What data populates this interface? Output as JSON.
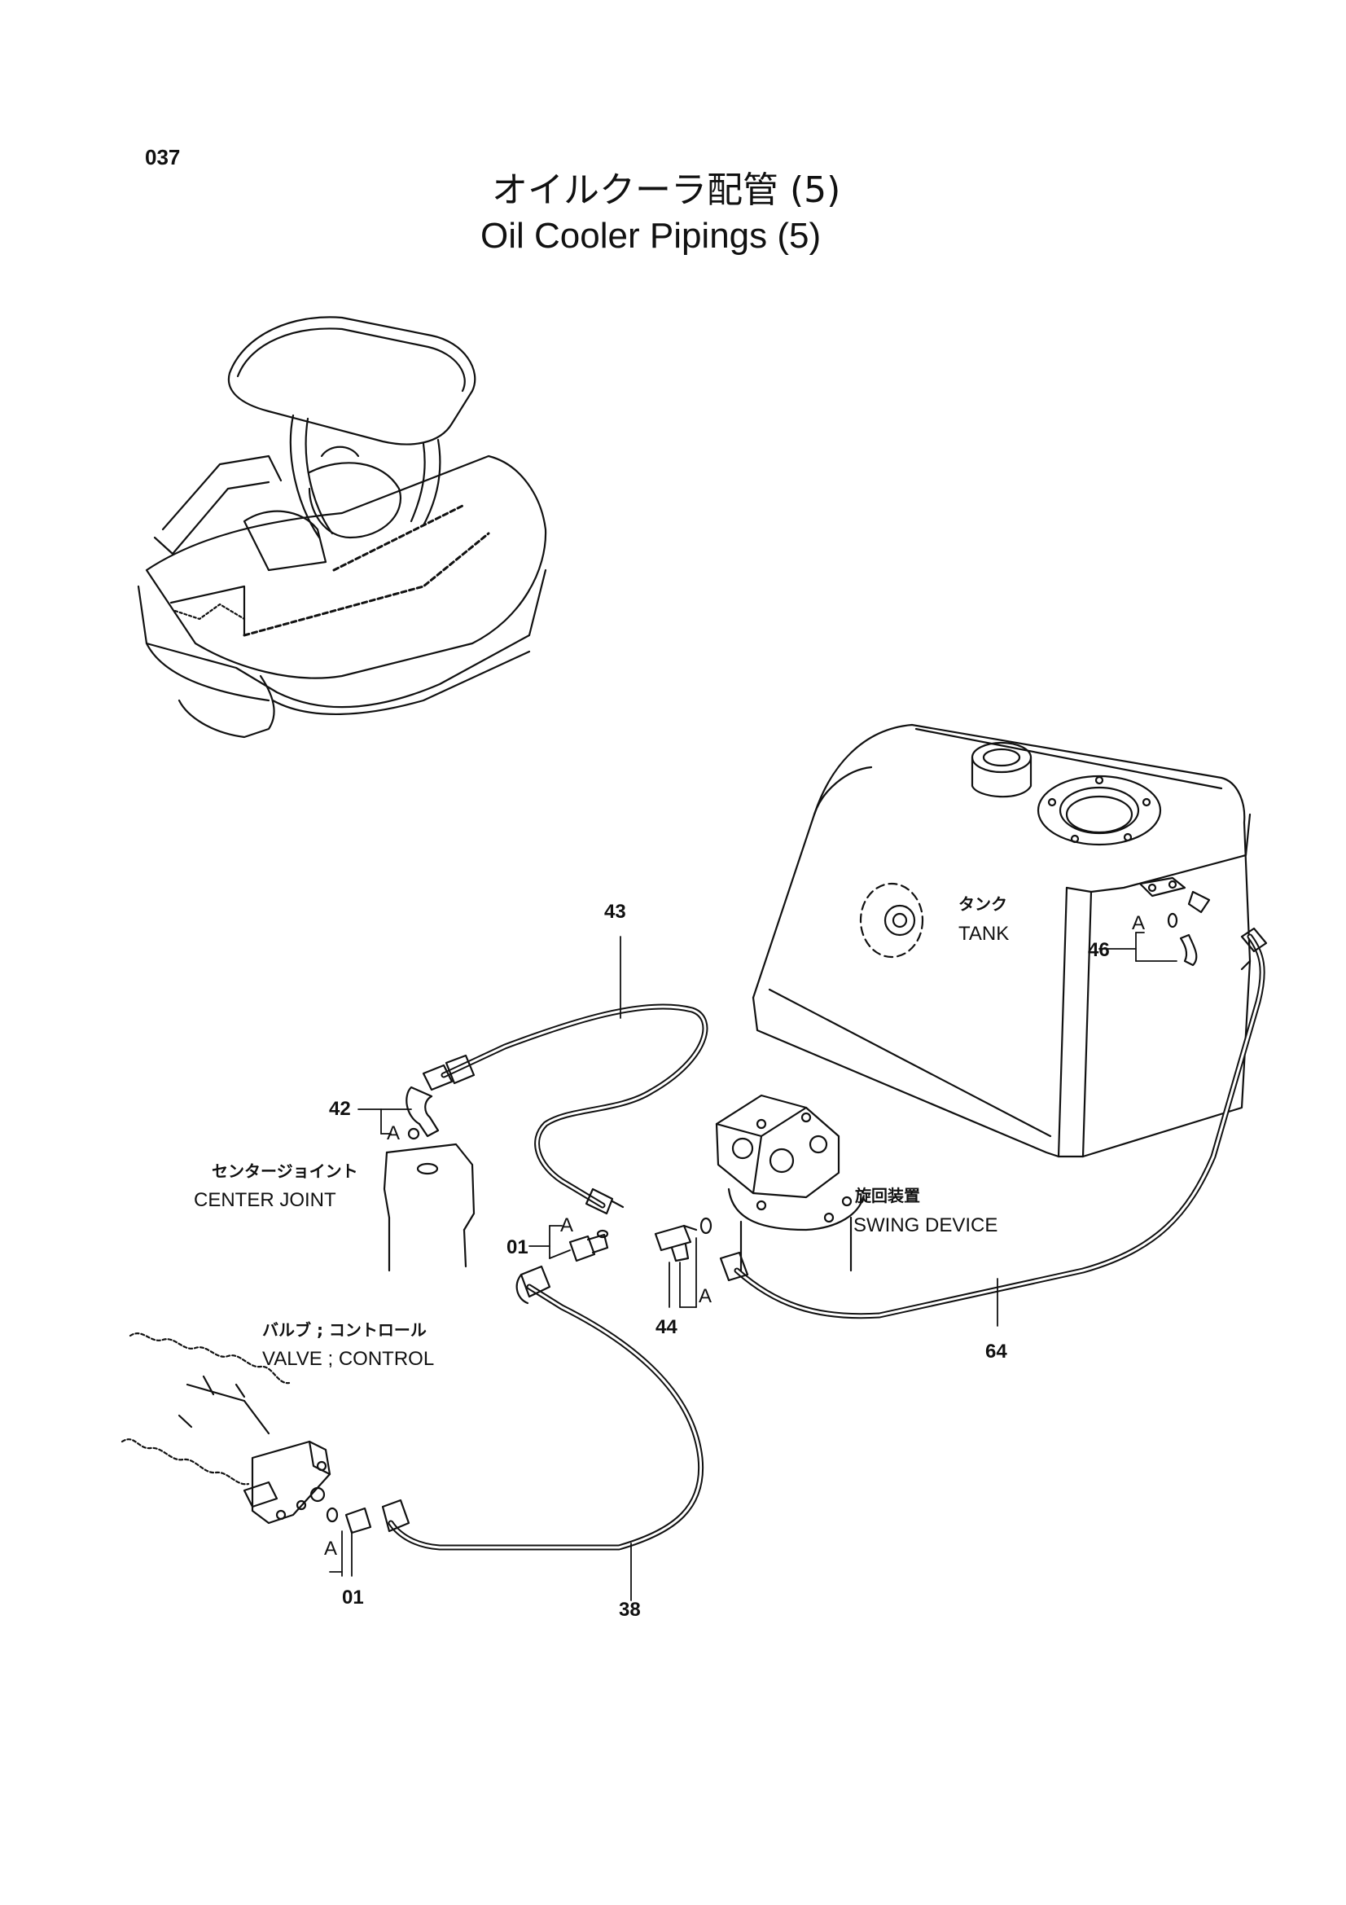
{
  "page_number": "037",
  "title_jp": "オイルクーラ配管 (5)",
  "title_en": "Oil Cooler Pipings (5)",
  "labels": {
    "tank_jp": "タンク",
    "tank_en": "TANK",
    "center_joint_jp": "センタージョイント",
    "center_joint_en": "CENTER  JOINT",
    "swing_device_jp": "旋回装置",
    "swing_device_en": "SWING  DEVICE",
    "valve_jp": "バルブ ; コントロール",
    "valve_en": "VALVE ; CONTROL"
  },
  "part_numbers": {
    "p43": "43",
    "p42": "42",
    "p46": "46",
    "p01_upper": "01",
    "p01_lower": "01",
    "p44": "44",
    "p64": "64",
    "p38": "38"
  },
  "detail_marks": {
    "a42": "A",
    "a46": "A",
    "a01_upper": "A",
    "a44": "A",
    "a01_lower": "A"
  }
}
